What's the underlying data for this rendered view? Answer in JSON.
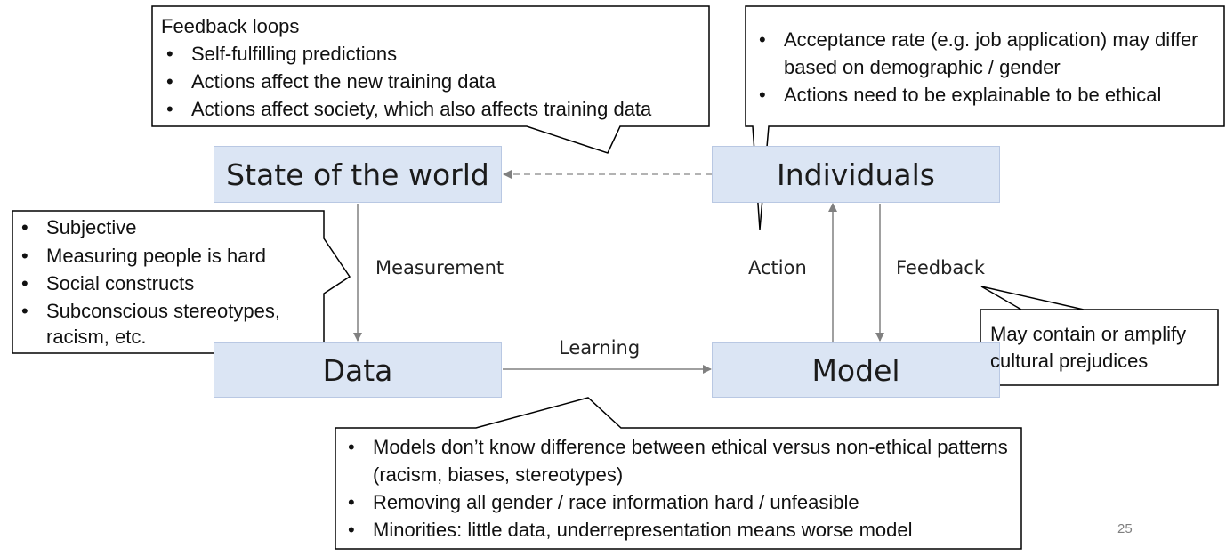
{
  "nodes": {
    "state_of_world": "State of the world",
    "individuals": "Individuals",
    "data": "Data",
    "model": "Model"
  },
  "edges": {
    "measurement": "Measurement",
    "learning": "Learning",
    "action": "Action",
    "feedback": "Feedback"
  },
  "callouts": {
    "feedback_loops": {
      "title": "Feedback loops",
      "items": [
        "Self-fulfilling predictions",
        "Actions affect the new training data",
        "Actions affect society, which also affects training data"
      ]
    },
    "acceptance": {
      "items": [
        "Acceptance rate (e.g. job application) may differ based on demographic / gender",
        "Actions need to be explainable to be ethical"
      ]
    },
    "measurement_issues": {
      "items": [
        "Subjective",
        "Measuring people is hard",
        "Social constructs",
        "Subconscious stereotypes, racism, etc."
      ]
    },
    "prejudices": {
      "text": "May contain or amplify cultural prejudices"
    },
    "learning_issues": {
      "items": [
        "Models don’t know difference between ethical versus non-ethical patterns (racism, biases, stereotypes)",
        "Removing all gender / race information hard / unfeasible",
        "Minorities: little data, underrepresentation means worse model"
      ]
    }
  },
  "page_number": "25",
  "colors": {
    "node_fill": "#dbe5f4",
    "node_border": "#b9c8e3",
    "arrow": "#808080",
    "callout_border": "#000000"
  }
}
